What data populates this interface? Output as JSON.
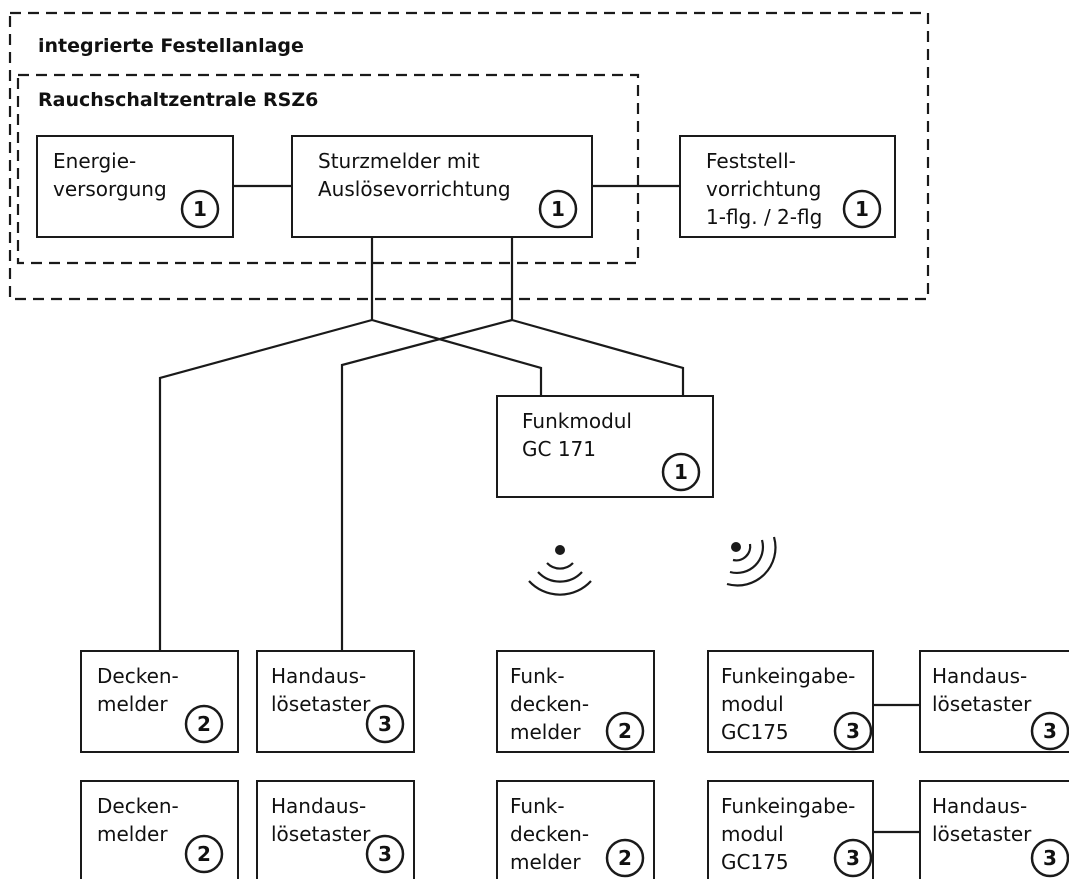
{
  "diagram": {
    "outer_group_title": "integrierte Festellanlage",
    "inner_group_title": "Rauchschaltzentrale RSZ6",
    "boxes": {
      "energie": {
        "line1": "Energie-",
        "line2": "versorgung",
        "badge": "1"
      },
      "sturzmelder": {
        "line1": "Sturzmelder mit",
        "line2": "Auslösevorrichtung",
        "badge": "1"
      },
      "feststell": {
        "line1": "Feststell-",
        "line2": "vorrichtung",
        "line3": "1-flg. / 2-flg",
        "badge": "1"
      },
      "funkmodul": {
        "line1": "Funkmodul",
        "line2": "GC 171",
        "badge": "1"
      },
      "deckenmelder_1": {
        "line1": "Decken-",
        "line2": "melder",
        "badge": "2"
      },
      "deckenmelder_2": {
        "line1": "Decken-",
        "line2": "melder",
        "badge": "2"
      },
      "handaus_1": {
        "line1": "Handaus-",
        "line2": "lösetaster",
        "badge": "3"
      },
      "handaus_2": {
        "line1": "Handaus-",
        "line2": "lösetaster",
        "badge": "3"
      },
      "funkdecken_1": {
        "line1": "Funk-",
        "line2": "decken-",
        "line3": "melder",
        "badge": "2"
      },
      "funkdecken_2": {
        "line1": "Funk-",
        "line2": "decken-",
        "line3": "melder",
        "badge": "2"
      },
      "funkeingabe_1": {
        "line1": "Funkeingabe-",
        "line2": "modul",
        "line3": "GC175",
        "badge": "3"
      },
      "funkeingabe_2": {
        "line1": "Funkeingabe-",
        "line2": "modul",
        "line3": "GC175",
        "badge": "3"
      },
      "handaus_r1": {
        "line1": "Handaus-",
        "line2": "lösetaster",
        "badge": "3"
      },
      "handaus_r2": {
        "line1": "Handaus-",
        "line2": "lösetaster",
        "badge": "3"
      }
    },
    "icons": [
      "radio-wave-icon",
      "radio-wave-icon"
    ]
  }
}
